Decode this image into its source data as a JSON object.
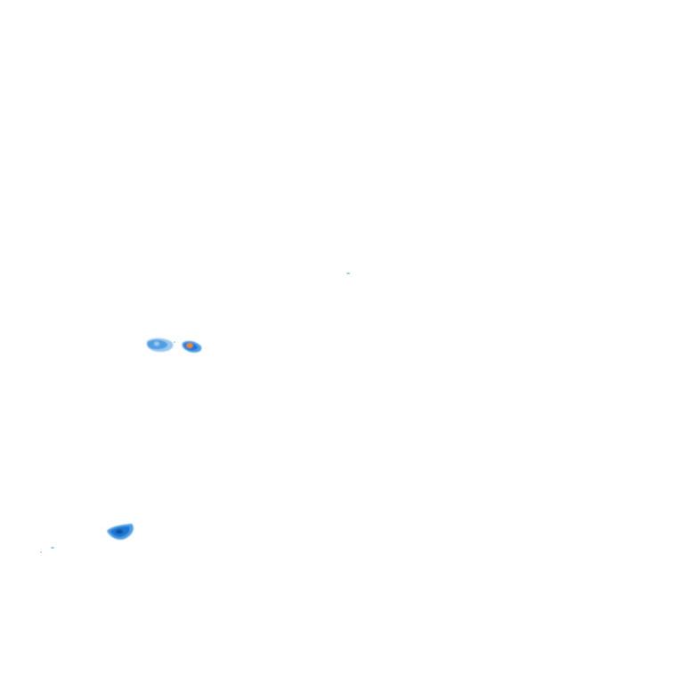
{
  "map": {
    "background": "#ffffff",
    "intensity_colors": {
      "light": "#9cc8ef",
      "moderate": "#4f9ee3",
      "heavy": "#1f74cf",
      "very_heavy": "#0b4fa0",
      "core": "#f08a1c"
    },
    "echoes": [
      {
        "id": "cell-west",
        "intensity": "moderate",
        "peak": "heavy"
      },
      {
        "id": "cell-east",
        "intensity": "heavy",
        "peak": "core"
      },
      {
        "id": "cell-south",
        "intensity": "heavy",
        "peak": "very_heavy"
      },
      {
        "id": "speck-north",
        "intensity": "light",
        "peak": "light"
      },
      {
        "id": "speck-southwest",
        "intensity": "light",
        "peak": "light"
      }
    ]
  }
}
